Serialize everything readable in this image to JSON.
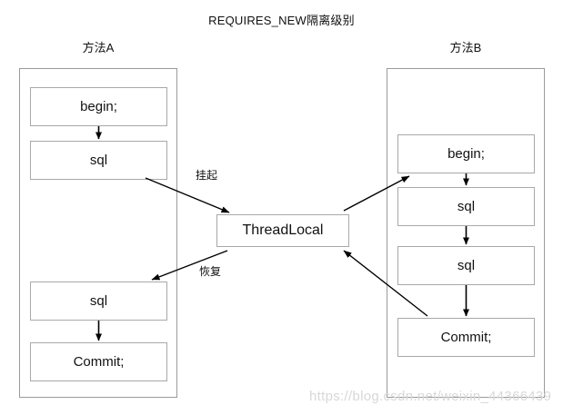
{
  "diagram": {
    "title": "REQUIRES_NEW隔离级别",
    "type": "flowchart",
    "background": "#ffffff",
    "box_border_color": "#a8a8a8",
    "lane_border_color": "#9a9a9a",
    "text_color": "#111111",
    "arrow_color": "#000000"
  },
  "lanes": [
    {
      "id": "method-a",
      "title": "方法A",
      "steps": [
        {
          "id": "l-begin",
          "label": "begin;"
        },
        {
          "id": "l-sql1",
          "label": "sql"
        },
        {
          "id": "l-sql2",
          "label": "sql"
        },
        {
          "id": "l-commit",
          "label": "Commit;"
        }
      ]
    },
    {
      "id": "method-b",
      "title": "方法B",
      "steps": [
        {
          "id": "r-begin",
          "label": "begin;"
        },
        {
          "id": "r-sql1",
          "label": "sql"
        },
        {
          "id": "r-sql2",
          "label": "sql"
        },
        {
          "id": "r-commit",
          "label": "Commit;"
        }
      ]
    }
  ],
  "center_node": {
    "id": "threadlocal",
    "label": "ThreadLocal"
  },
  "edges": [
    {
      "id": "edge-suspend-in",
      "from": "method-a.l-sql1",
      "to": "threadlocal",
      "label": "挂起",
      "style": "solid-arrow"
    },
    {
      "id": "edge-start-b",
      "from": "threadlocal",
      "to": "method-b.r-begin",
      "label": "",
      "style": "solid-arrow"
    },
    {
      "id": "edge-commit-b",
      "from": "method-b.r-commit",
      "to": "threadlocal",
      "label": "",
      "style": "solid-arrow"
    },
    {
      "id": "edge-resume",
      "from": "threadlocal",
      "to": "method-a.l-sql2",
      "label": "恢复",
      "style": "solid-arrow"
    }
  ],
  "internal_flow_arrows": [
    {
      "lane": "method-a",
      "from": "l-begin",
      "to": "l-sql1"
    },
    {
      "lane": "method-a",
      "from": "l-sql2",
      "to": "l-commit"
    },
    {
      "lane": "method-b",
      "from": "r-begin",
      "to": "r-sql1"
    },
    {
      "lane": "method-b",
      "from": "r-sql1",
      "to": "r-sql2"
    },
    {
      "lane": "method-b",
      "from": "r-sql2",
      "to": "r-commit"
    }
  ],
  "watermark": {
    "text": "https://blog.csdn.net/weixin_44366439",
    "color": "#d8d8d8"
  }
}
